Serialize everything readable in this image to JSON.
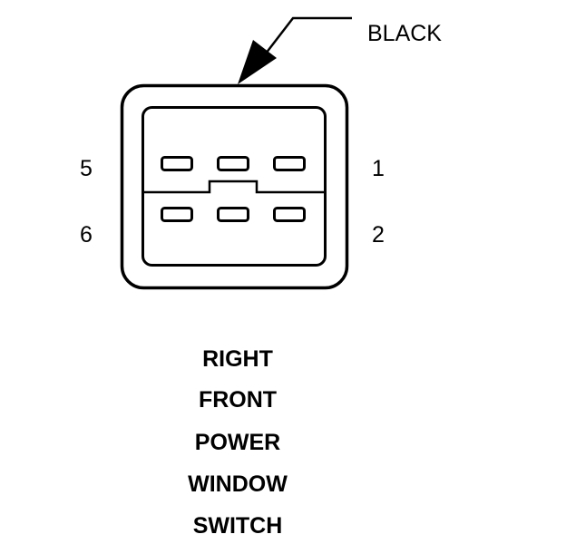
{
  "connector": {
    "color_label": "BLACK",
    "pin_labels": {
      "left_top": "5",
      "left_bottom": "6",
      "right_top": "1",
      "right_bottom": "2"
    }
  },
  "caption": {
    "lines": [
      "RIGHT",
      "FRONT",
      "POWER",
      "WINDOW",
      "SWITCH"
    ]
  },
  "colors": {
    "ink": "#000000",
    "background": "#ffffff"
  }
}
